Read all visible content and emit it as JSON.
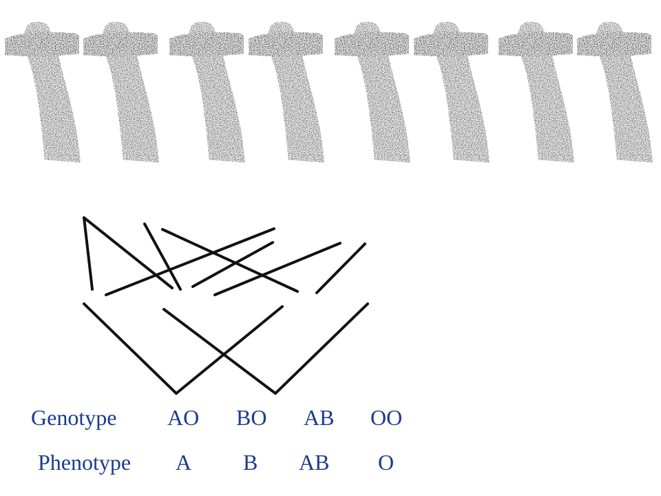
{
  "colors": {
    "background": "#ffffff",
    "ink": "#111111",
    "label": "#1a3b8f"
  },
  "chromosome_count": 8,
  "rows": {
    "genotype": {
      "label": "Genotype",
      "values": [
        "AO",
        "BO",
        "AB",
        "OO"
      ]
    },
    "phenotype": {
      "label": "Phenotype",
      "values": [
        "A",
        "B",
        "AB",
        "O"
      ]
    }
  }
}
